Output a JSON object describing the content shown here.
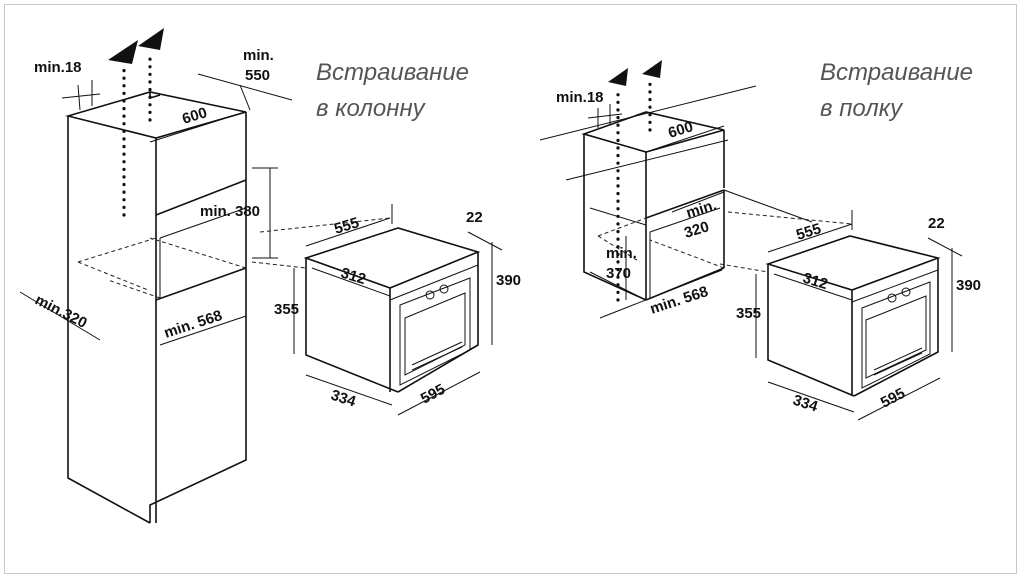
{
  "left": {
    "title_line1": "Встраивание",
    "title_line2": "в колонну",
    "min18": "min.18",
    "min550_line1": "min.",
    "min550_line2": "550",
    "w600": "600",
    "min380": "min. 380",
    "min320": "min.320",
    "min568": "min. 568"
  },
  "right": {
    "title_line1": "Встраивание",
    "title_line2": "в полку",
    "min18": "min.18",
    "w600": "600",
    "min320_line1": "min.",
    "min320_line2": "320",
    "min370_line1": "min.",
    "min370_line2": "370",
    "min568": "min. 568"
  },
  "oven_dims": {
    "d555": "555",
    "d312": "312",
    "d22": "22",
    "d390": "390",
    "d355": "355",
    "d334": "334",
    "d595": "595"
  }
}
